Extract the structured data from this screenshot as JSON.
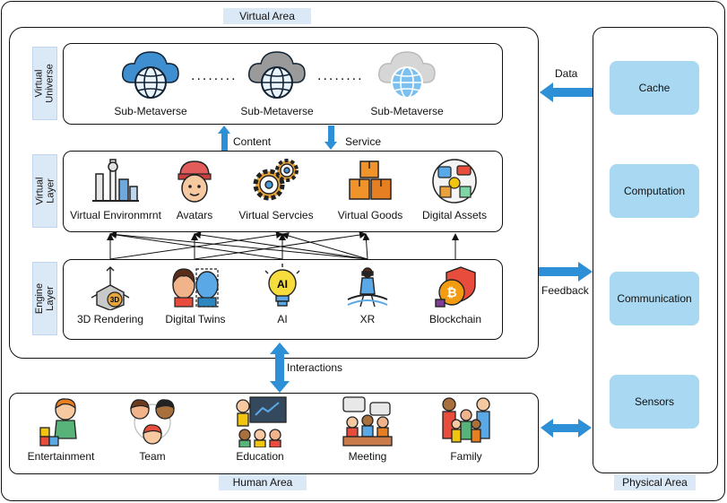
{
  "areas": {
    "virtual": "Virtual Area",
    "human": "Human Area",
    "physical": "Physical Area"
  },
  "side_labels": {
    "virtual_universe": "Virtual\nUniverse",
    "virtual_layer": "Virtual\nLayer",
    "engine_layer": "Engine\nLayer"
  },
  "universe": {
    "items": [
      "Sub-Metaverse",
      "Sub-Metaverse",
      "Sub-Metaverse"
    ],
    "dots": "........",
    "icons": [
      "cloud-globe-icon",
      "cloud-globe-icon",
      "cloud-globe-icon"
    ]
  },
  "virtual_layer": {
    "items": [
      "Virtual Environmrnt",
      "Avatars",
      "Virtual Servcies",
      "Virtual Goods",
      "Digital Assets"
    ],
    "icons": [
      "city-buildings-icon",
      "avatar-face-icon",
      "gears-icon",
      "boxes-icon",
      "digital-assets-icon"
    ]
  },
  "engine_layer": {
    "items": [
      "3D Rendering",
      "Digital Twins",
      "AI",
      "XR",
      "Blockchain"
    ],
    "icons": [
      "3d-cube-icon",
      "digital-twins-icon",
      "ai-bulb-icon",
      "xr-headset-icon",
      "blockchain-bitcoin-icon"
    ]
  },
  "human_layer": {
    "items": [
      "Entertainment",
      "Team",
      "Education",
      "Meeting",
      "Family"
    ],
    "icons": [
      "child-playing-icon",
      "team-people-icon",
      "education-icon",
      "meeting-icon",
      "family-icon"
    ]
  },
  "physical": {
    "items": [
      "Cache",
      "Computation",
      "Communication",
      "Sensors"
    ]
  },
  "connectors": {
    "content": "Content",
    "service": "Service",
    "data": "Data",
    "feedback": "Feedback",
    "interactions": "Interactions"
  },
  "colors": {
    "tag_bg": "#dbe8f6",
    "physical_box": "#a8d8f2",
    "arrow_blue": "#2d8fd6"
  }
}
